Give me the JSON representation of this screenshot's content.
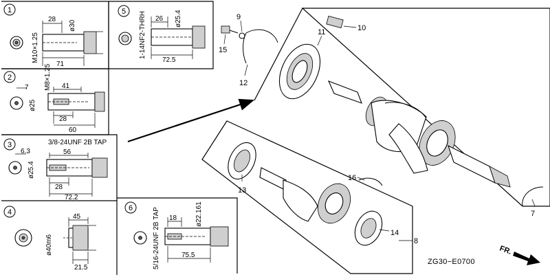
{
  "panels": [
    {
      "number": "1",
      "thread": "M10×1.25",
      "dims": [
        "28",
        "ø30",
        "71"
      ]
    },
    {
      "number": "2",
      "thread": "M8×1.25",
      "dims": [
        "7",
        "41",
        "ø25",
        "28",
        "60"
      ]
    },
    {
      "number": "3",
      "thread": "3/8-24UNF 2B TAP",
      "dims": [
        "6.3",
        "56",
        "ø25.4",
        "28",
        "72.2"
      ]
    },
    {
      "number": "4",
      "thread": "",
      "dims": [
        "45",
        "ø40m6",
        "21.5"
      ]
    },
    {
      "number": "5",
      "thread": "1-14NF2-THRH",
      "dims": [
        "26",
        "ø25.4",
        "72.5"
      ]
    },
    {
      "number": "6",
      "thread": "5/16-24UNF 2B TAP",
      "dims": [
        "18",
        "ø22.161",
        "75.5"
      ]
    }
  ],
  "callouts": [
    "7",
    "8",
    "9",
    "10",
    "11",
    "12",
    "13",
    "14",
    "15",
    "16"
  ],
  "front_indicator": "FR.",
  "diagram_code": "ZG30−E0700"
}
